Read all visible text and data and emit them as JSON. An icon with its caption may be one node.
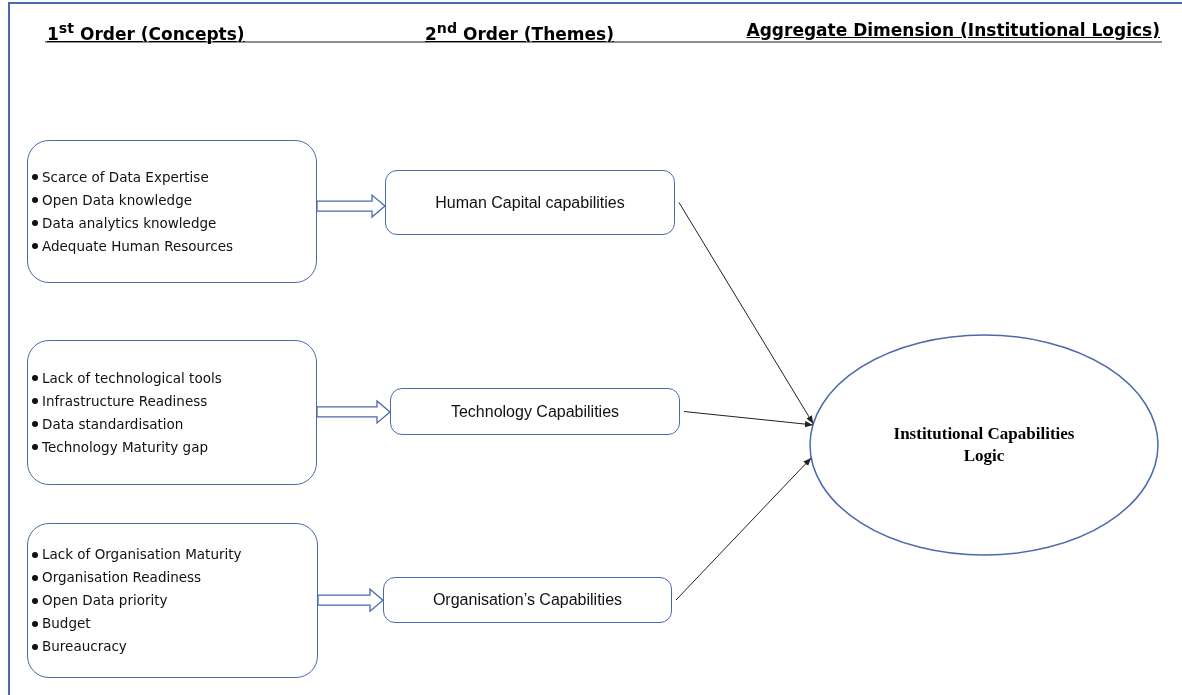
{
  "diagram": {
    "nodes": [
      {
        "text": [
          "Scarce of Data Expertise",
          "Open Data knowledge",
          "Data analytics knowledge",
          "Adequate Human Resources"
        ]
      },
      {
        "text": [
          "Human Capital capabilities"
        ]
      },
      {
        "text": [
          "Lack of technological tools",
          "Infrastructure Readiness",
          "Data standardisation",
          "Technology Maturity gap"
        ]
      },
      {
        "text": [
          "Technology Capabilities"
        ]
      },
      {
        "text": [
          "Lack of Organisation Maturity",
          "Organisation Readiness",
          "Open Data priority",
          "Budget",
          "Bureaucracy"
        ]
      },
      {
        "text": [
          "Organisation’s Capabilities"
        ]
      },
      {
        "text": [
          "Institutional Capabilities Logic"
        ]
      }
    ],
    "edges": [
      {
        "from": 0,
        "to": 1,
        "arrow": "to",
        "style": "thick"
      },
      {
        "from": 2,
        "to": 3,
        "arrow": "to",
        "style": "thick"
      },
      {
        "from": 4,
        "to": 5,
        "arrow": "to",
        "style": "thick"
      },
      {
        "from": 1,
        "to": 6,
        "arrow": "to"
      },
      {
        "from": 3,
        "to": 6,
        "arrow": "to"
      },
      {
        "from": 5,
        "to": 6,
        "arrow": "to"
      }
    ],
    "labels": [
      "1$^{st}$ Order (Concepts)",
      "2$^{nd}$ Order (Themes)",
      "Aggregate Dimension (Institutional Logics)"
    ]
  }
}
